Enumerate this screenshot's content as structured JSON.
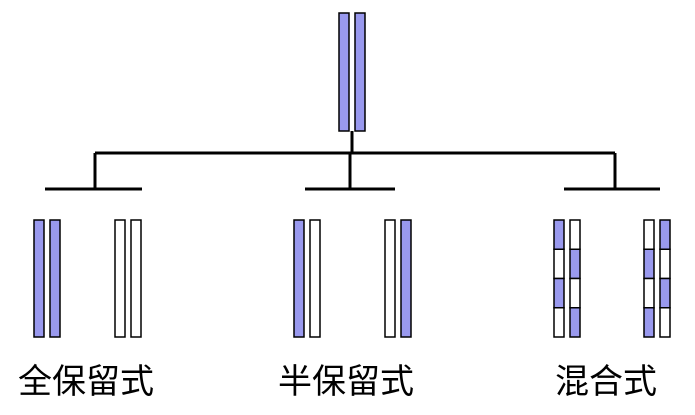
{
  "colors": {
    "strand_fill": "#9999ee",
    "outline": "#000000",
    "background": "#ffffff"
  },
  "parent": {
    "strands": [
      "blue",
      "blue"
    ]
  },
  "models": [
    {
      "label": "全保留式",
      "molecules": [
        {
          "strands": [
            "blue",
            "blue"
          ]
        },
        {
          "strands": [
            "white",
            "white"
          ]
        }
      ]
    },
    {
      "label": "半保留式",
      "molecules": [
        {
          "strands": [
            "blue",
            "white"
          ]
        },
        {
          "strands": [
            "white",
            "blue"
          ]
        }
      ]
    },
    {
      "label": "混合式",
      "molecules": [
        {
          "strands": [
            [
              "blue",
              "white",
              "blue",
              "white"
            ],
            [
              "white",
              "blue",
              "white",
              "blue"
            ]
          ]
        },
        {
          "strands": [
            [
              "white",
              "blue",
              "white",
              "blue"
            ],
            [
              "blue",
              "white",
              "blue",
              "white"
            ]
          ]
        }
      ]
    }
  ]
}
